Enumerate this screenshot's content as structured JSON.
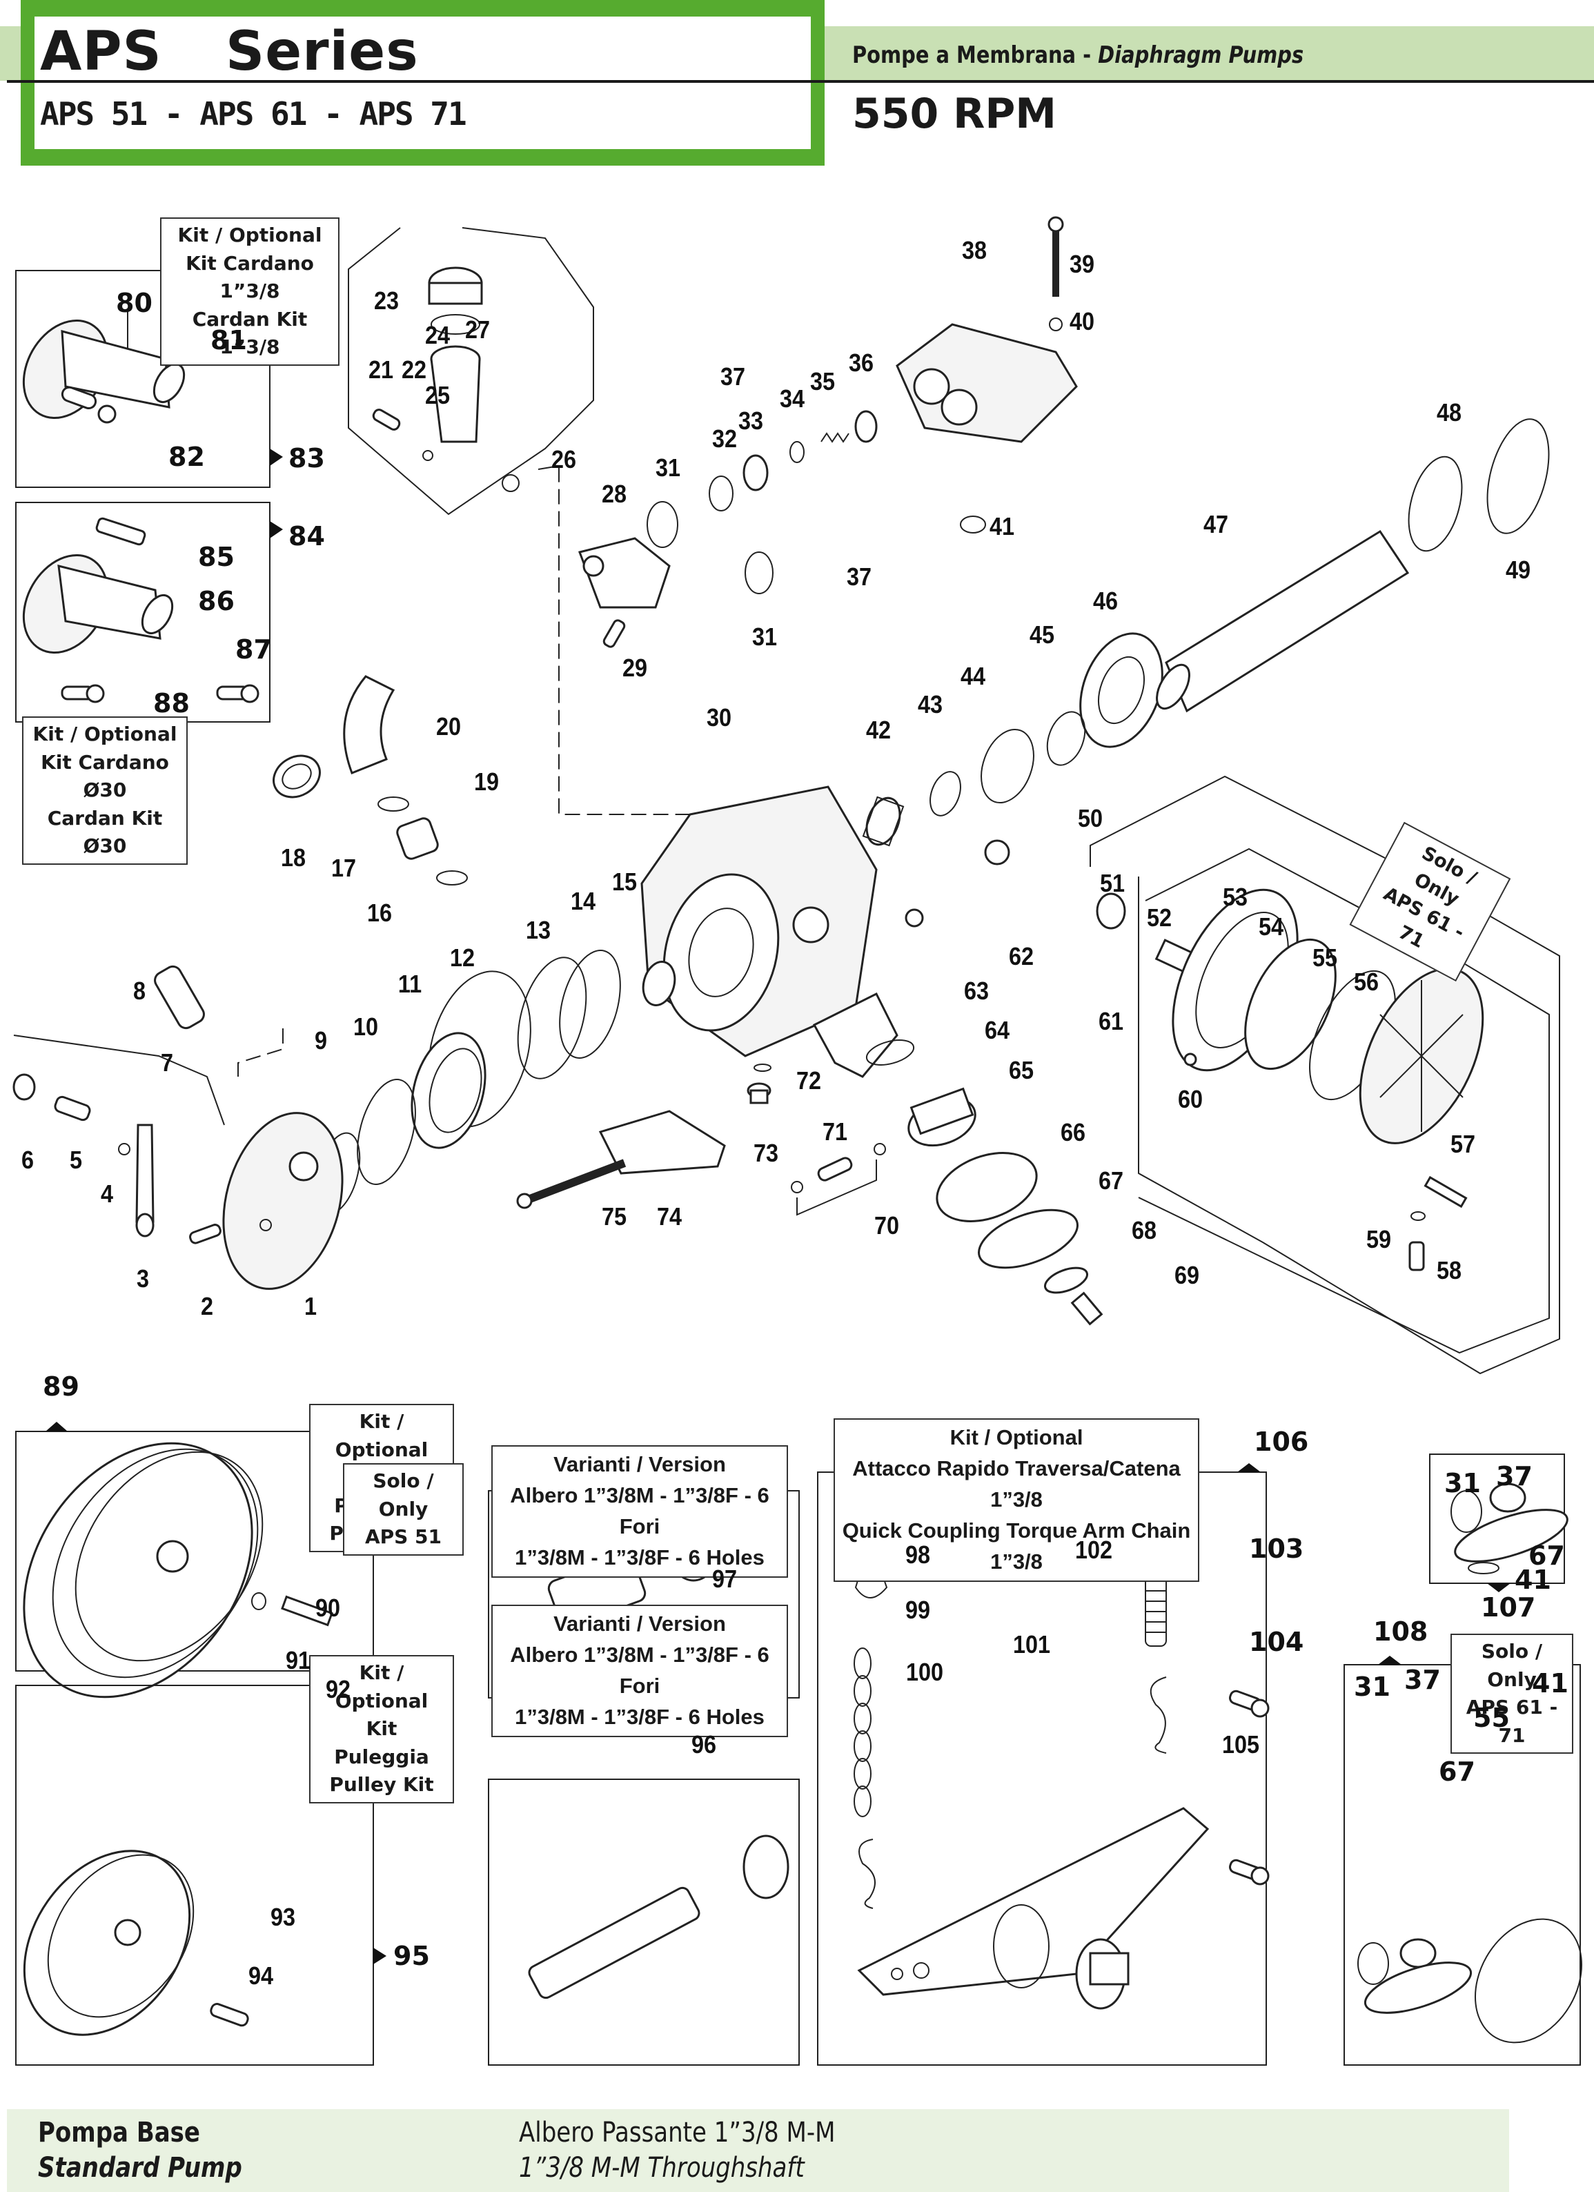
{
  "header": {
    "series_title": "APS  Series",
    "models": "APS 51 - APS 61 - APS 71",
    "subtitle_it": "Pompe a Membrana - ",
    "subtitle_en": "Diaphragm Pumps",
    "rpm": "550 RPM"
  },
  "colors": {
    "frame_green": "#56ab2f",
    "band_green": "#c9e0b4",
    "footer_green": "#e9f2e1"
  },
  "footer": {
    "label_it": "Pompa Base",
    "label_en": "Standard Pump",
    "desc_it": "Albero Passante 1”3/8 M-M",
    "desc_en": "1”3/8 M-M Throughshaft"
  },
  "boxes": {
    "cardan_138": [
      "Kit / Optional",
      "Kit Cardano 1”3/8",
      "Cardan Kit 1”3/8"
    ],
    "cardan_30": [
      "Kit / Optional",
      "Kit Cardano Ø30",
      "Cardan Kit Ø30"
    ],
    "solo_61_71_main": [
      "Solo / Only",
      "APS 61 - 71"
    ],
    "pulley_89": [
      "Kit / Optional",
      "Kit Puleggia",
      "Pulley Kit"
    ],
    "solo_51": [
      "Solo / Only",
      "APS 51"
    ],
    "pulley_95": [
      "Kit / Optional",
      "Kit Puleggia",
      "Pulley Kit"
    ],
    "version_97": [
      "Varianti / Version",
      "Albero 1”3/8M - 1”3/8F - 6 Fori",
      "1”3/8M - 1”3/8F - 6 Holes"
    ],
    "version_96": [
      "Varianti / Version",
      "Albero 1”3/8M - 1”3/8F - 6 Fori",
      "1”3/8M - 1”3/8F - 6 Holes"
    ],
    "quick_coupling": [
      "Kit / Optional",
      "Attacco Rapido Traversa/Catena 1”3/8",
      "Quick Coupling Torque Arm Chain 1”3/8"
    ],
    "solo_61_71_108": [
      "Solo / Only",
      "APS 61 - 71"
    ]
  },
  "callouts": {
    "p1": "1",
    "p2": "2",
    "p3": "3",
    "p4": "4",
    "p5": "5",
    "p6": "6",
    "p7": "7",
    "p8": "8",
    "p9": "9",
    "p10": "10",
    "p11": "11",
    "p12": "12",
    "p13": "13",
    "p14": "14",
    "p15": "15",
    "p16": "16",
    "p17": "17",
    "p18": "18",
    "p19": "19",
    "p20": "20",
    "p21": "21",
    "p22": "22",
    "p23": "23",
    "p24": "24",
    "p25": "25",
    "p26": "26",
    "p27": "27",
    "p28": "28",
    "p29": "29",
    "p30": "30",
    "p31a": "31",
    "p31b": "31",
    "p32": "32",
    "p33": "33",
    "p34": "34",
    "p35": "35",
    "p36": "36",
    "p37a": "37",
    "p37b": "37",
    "p38": "38",
    "p39": "39",
    "p40": "40",
    "p41": "41",
    "p42": "42",
    "p43": "43",
    "p44": "44",
    "p45": "45",
    "p46": "46",
    "p47": "47",
    "p48": "48",
    "p49": "49",
    "p50": "50",
    "p51": "51",
    "p52": "52",
    "p53": "53",
    "p54": "54",
    "p55": "55",
    "p56": "56",
    "p57": "57",
    "p58": "58",
    "p59": "59",
    "p60": "60",
    "p61": "61",
    "p62": "62",
    "p63": "63",
    "p64": "64",
    "p65": "65",
    "p66": "66",
    "p67": "67",
    "p68": "68",
    "p69": "69",
    "p70": "70",
    "p71": "71",
    "p72": "72",
    "p73": "73",
    "p74": "74",
    "p75": "75",
    "p80": "80",
    "p81": "81",
    "p82": "82",
    "p83": "83",
    "p84": "84",
    "p85": "85",
    "p86": "86",
    "p87": "87",
    "p88": "88",
    "p89": "89",
    "p90": "90",
    "p91": "91",
    "p92": "92",
    "p93": "93",
    "p94": "94",
    "p95": "95",
    "p96": "96",
    "p97": "97",
    "p98": "98",
    "p99": "99",
    "p100": "100",
    "p101": "101",
    "p102": "102",
    "p103": "103",
    "p104": "104",
    "p105": "105",
    "p106": "106",
    "p107": "107",
    "p107_31": "31",
    "p107_37": "37",
    "p107_67": "67",
    "p107_41": "41",
    "p108": "108",
    "p108_31": "31",
    "p108_37": "37",
    "p108_41": "41",
    "p108_55": "55",
    "p108_67": "67"
  }
}
